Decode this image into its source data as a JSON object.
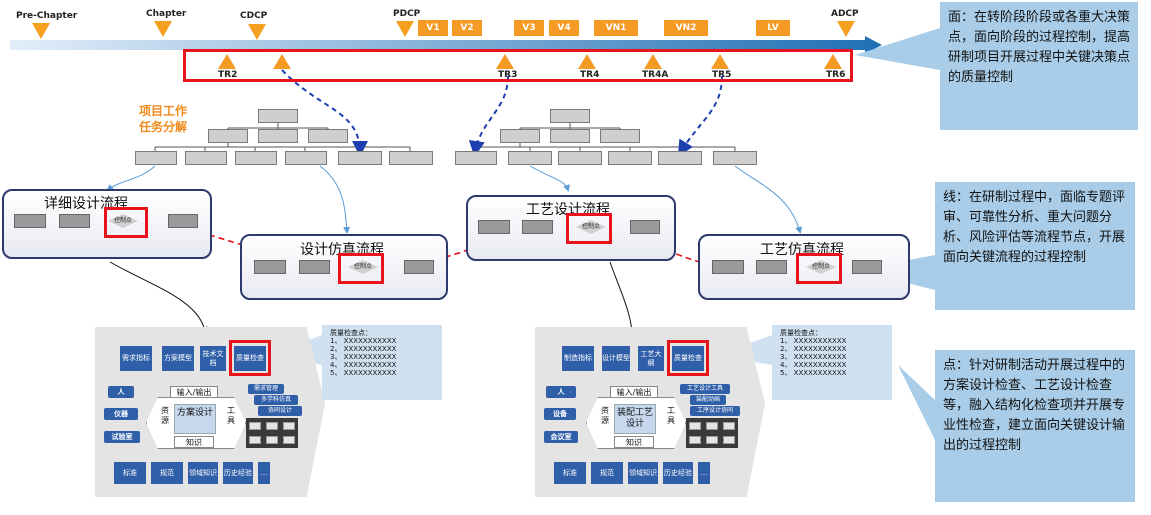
{
  "timeline": {
    "gates": [
      "Pre-Chapter",
      "Chapter",
      "CDCP",
      "PDCP",
      "ADCP"
    ],
    "versions": [
      "V1",
      "V2",
      "V3",
      "V4",
      "VN1",
      "VN2",
      "LV"
    ],
    "reviews": [
      "TR2",
      "TR3",
      "TR4",
      "TR4A",
      "TR5",
      "TR6"
    ]
  },
  "wbs_label": [
    "项目工作",
    "任务分解"
  ],
  "processes": {
    "detail_design": "详细设计流程",
    "design_sim": "设计仿真流程",
    "process_design": "工艺设计流程",
    "process_sim": "工艺仿真流程",
    "control_point": "控制点"
  },
  "notes": {
    "face": "面：在转阶段阶段或各重大决策点，面向阶段的过程控制，提高研制项目开展过程中关键决策点的质量控制",
    "line": "线：在研制过程中，面临专题评审、可靠性分析、重大问题分析、风险评估等流程节点，开展面向关键流程的过程控制",
    "point": "点：针对研制活动开展过程中的方案设计检查、工艺设计检查等，融入结构化检查项并开展专业性检查，建立面向关键设计输出的过程控制"
  },
  "quality_check": {
    "title": "质量检查点：",
    "items": [
      "1、 XXXXXXXXXXX",
      "2、 XXXXXXXXXXX",
      "3、 XXXXXXXXXXX",
      "4、 XXXXXXXXXXX",
      "5、 XXXXXXXXXXX"
    ]
  },
  "left_panel": {
    "tabs": [
      "需求指标",
      "方案模型",
      "技术文档",
      "质量检查"
    ],
    "side": [
      "人",
      "仪器",
      "试验室"
    ],
    "io": "输入/输出",
    "resource": "资源",
    "center": "方案设计",
    "tool": "工具",
    "knowledge": "知识",
    "tools": [
      "需求管理",
      "多学科仿真",
      "协同设计"
    ],
    "bottom": [
      "标准",
      "规范",
      "领域知识",
      "历史经验",
      "..."
    ]
  },
  "right_panel": {
    "tabs": [
      "制造指标",
      "设计模型",
      "工艺大纲",
      "质量检查"
    ],
    "side": [
      "人",
      "设备",
      "会议室"
    ],
    "io": "输入/输出",
    "resource": "资源",
    "center": "装配工艺设计",
    "tool": "工具",
    "knowledge": "知识",
    "tools": [
      "工艺设计工具",
      "装配动画",
      "工序设计协同"
    ],
    "bottom": [
      "标准",
      "规范",
      "领域知识",
      "历史经验",
      "..."
    ]
  },
  "colors": {
    "arrow_start": "#dce9f7",
    "arrow_end": "#1f6fb5",
    "accent_orange": "#f59a23",
    "highlight_red": "#e8141c",
    "panel_border": "#2d3a6e",
    "note_bg": "#a9cde8"
  }
}
